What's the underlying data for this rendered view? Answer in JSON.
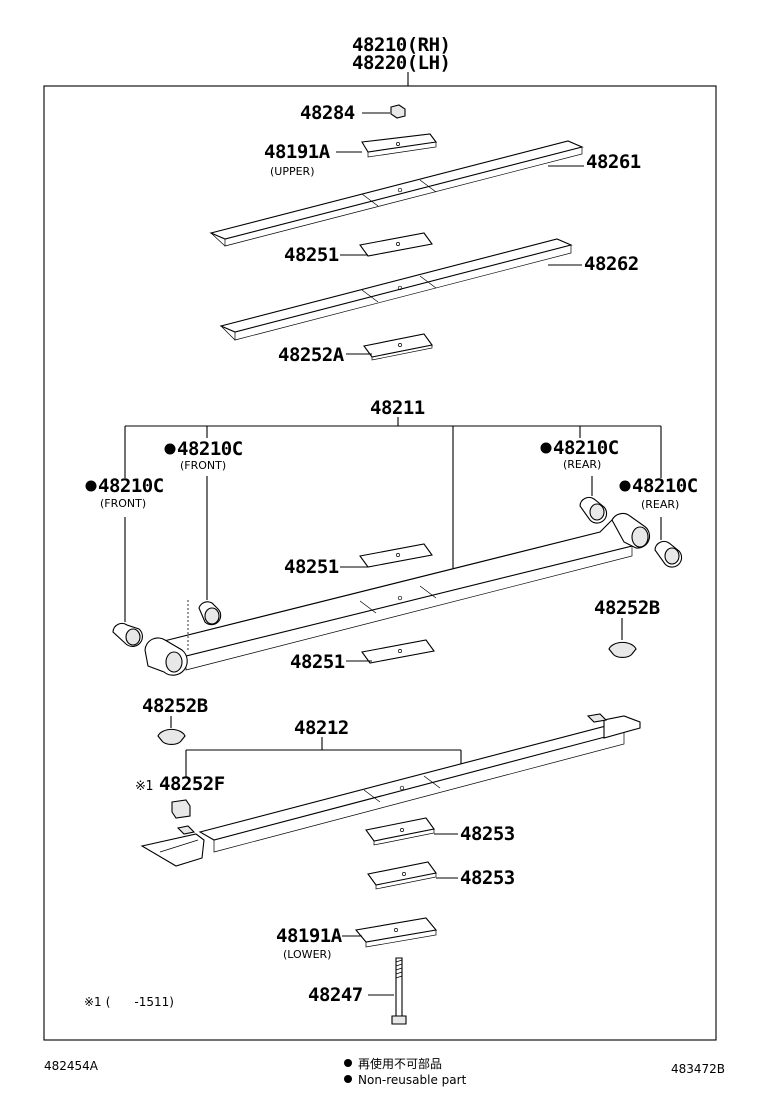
{
  "assembly": {
    "rh": "48210(RH)",
    "lh": "48220(LH)"
  },
  "parts": {
    "nut": "48284",
    "upper_pad": {
      "number": "48191A",
      "note": "(UPPER)"
    },
    "leaf1": "48261",
    "insert1": "48251",
    "leaf2": "48262",
    "insert2": "48252A",
    "main_leaf": "48211",
    "bushing_front_inner": {
      "number": "48210C",
      "note": "(FRONT)"
    },
    "bushing_front_outer": {
      "number": "48210C",
      "note": "(FRONT)"
    },
    "bushing_rear_inner": {
      "number": "48210C",
      "note": "(REAR)"
    },
    "bushing_rear_outer": {
      "number": "48210C",
      "note": "(REAR)"
    },
    "insert3": "48251",
    "insert4": "48251",
    "clip_right": "48252B",
    "clip_left": "48252B",
    "second_leaf": "48212",
    "clip_f": {
      "mark": "※1",
      "number": "48252F"
    },
    "insert5": "48253",
    "insert6": "48253",
    "lower_pad": {
      "number": "48191A",
      "note": "(LOWER)"
    },
    "center_bolt": "48247"
  },
  "footnote": {
    "mark": "※1",
    "text": "(　　-1511)"
  },
  "legend": {
    "jp": "再使用不可部品",
    "en": "Non-reusable part"
  },
  "codes": {
    "left": "482454A",
    "right": "483472B"
  }
}
